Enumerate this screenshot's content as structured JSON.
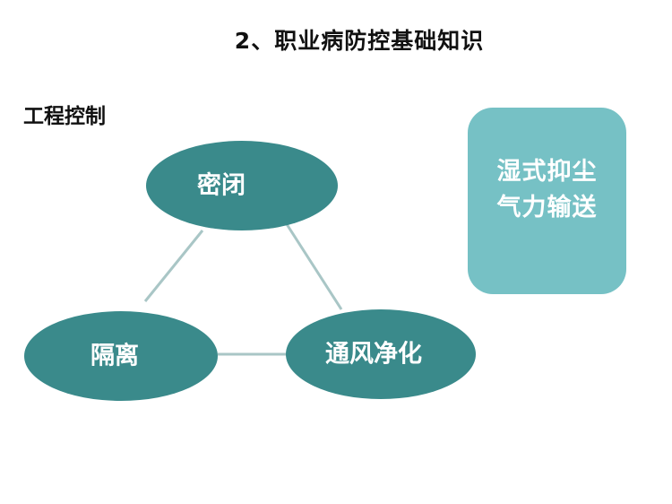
{
  "title": "2、职业病防控基础知识",
  "section_heading": "工程控制",
  "colors": {
    "node_fill": "#3a8a8b",
    "connector": "#a9c6c6",
    "box_fill": "#76c1c5",
    "text_on_shape": "#ffffff"
  },
  "nodes": {
    "top": "密闭",
    "left": "隔离",
    "right": "通风净化"
  },
  "side_box": {
    "lines": [
      "湿式抑尘",
      "气力输送"
    ]
  }
}
